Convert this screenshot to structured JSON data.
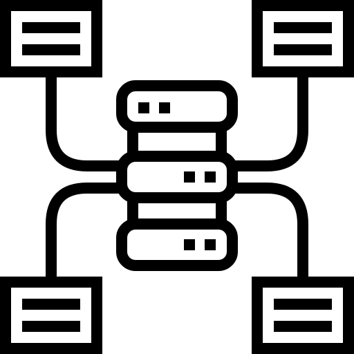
{
  "icon": {
    "name": "server-network-icon",
    "stroke_color": "#000000",
    "background_color": "#ffffff",
    "style": "outline",
    "server_units": 3,
    "connected_nodes": 4
  }
}
